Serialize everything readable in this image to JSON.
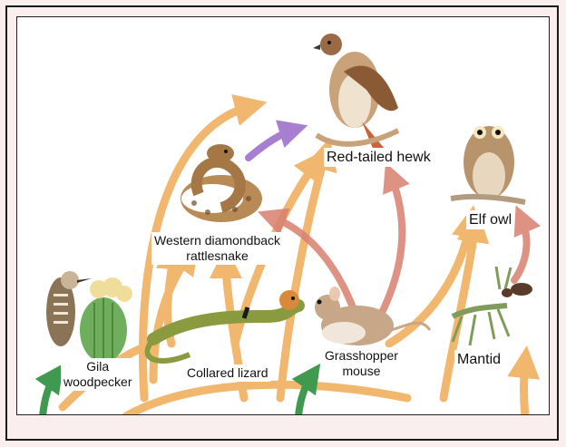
{
  "diagram": {
    "labels": {
      "hawk": "Red-tailed hewk",
      "owl": "Elf owl",
      "snake_line1": "Western diamondback",
      "snake_line2": "rattlesnake",
      "woodpecker_line1": "Gila",
      "woodpecker_line2": "woodpecker",
      "lizard": "Collared lizard",
      "mouse_line1": "Grasshopper",
      "mouse_line2": "mouse",
      "mantid": "Mantid"
    },
    "colors": {
      "orange_arrow": "#f0b060",
      "red_arrow": "#d97f6f",
      "purple_arrow": "#a77fd0",
      "green_arrow": "#3f9a4f"
    }
  }
}
